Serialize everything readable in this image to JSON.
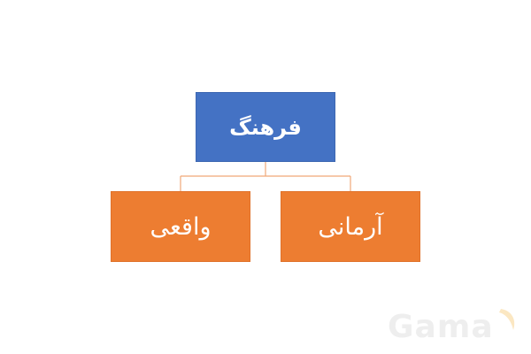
{
  "diagram": {
    "root": {
      "label": "فرهنگ"
    },
    "children": [
      {
        "label": "آرمانی"
      },
      {
        "label": "واقعی"
      }
    ]
  },
  "colors": {
    "root_fill": "#4472c4",
    "child_fill": "#ed7d31",
    "connector": "#f0a877",
    "text": "#ffffff"
  },
  "watermark": {
    "label": "Gama"
  }
}
